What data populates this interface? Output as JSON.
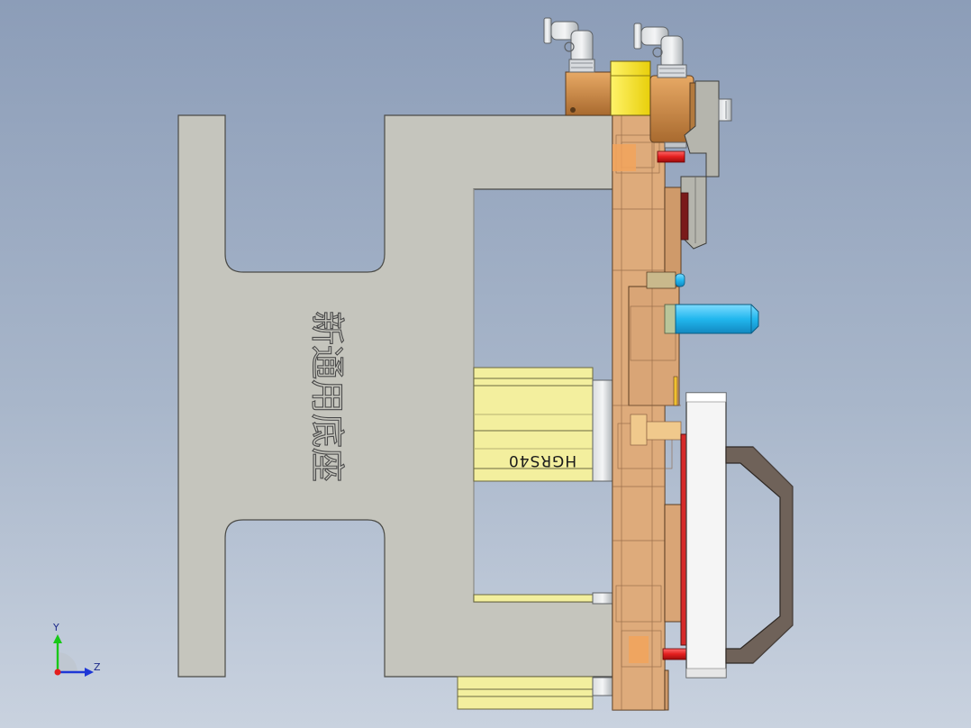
{
  "base": {
    "engraving": "新通用底座"
  },
  "rail": {
    "model_label": "HGRS40"
  },
  "triad": {
    "y_label": "Y",
    "z_label": "Z"
  },
  "colors": {
    "background_top": "#8c9db8",
    "background_bottom": "#c9d2df",
    "base_plate": "#c5c5bd",
    "mold_body": "#d9a576",
    "rail": "#f3ef9e",
    "cylinder_bronze": "#c98a4a",
    "cylinder_yellow": "#f7e11a",
    "blue_pin": "#21b7ee",
    "red_rod": "#e31e1e",
    "handle": "#6f6259"
  }
}
